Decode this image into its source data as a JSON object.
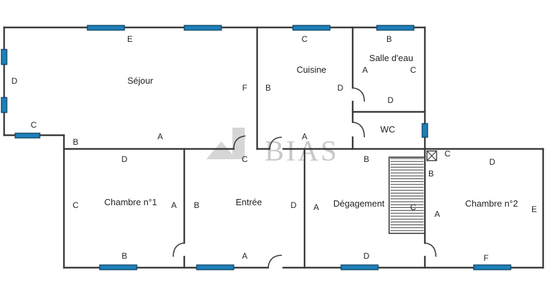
{
  "watermark": {
    "text": "BIAS"
  },
  "rooms": [
    {
      "name": "Séjour"
    },
    {
      "name": "Cuisine"
    },
    {
      "name": "Salle d'eau"
    },
    {
      "name": "WC"
    },
    {
      "name": "Chambre n°1"
    },
    {
      "name": "Entrée"
    },
    {
      "name": "Dégagement"
    },
    {
      "name": "Chambre n°2"
    }
  ],
  "wall_labels": {
    "sejour": [
      "E",
      "D",
      "C",
      "B",
      "A",
      "F"
    ],
    "cuisine": [
      "C",
      "B",
      "D",
      "A"
    ],
    "salle_deau": [
      "B",
      "A",
      "C",
      "D"
    ],
    "chambre1": [
      "D",
      "C",
      "A",
      "B"
    ],
    "entree": [
      "C",
      "B",
      "D",
      "A"
    ],
    "degagement": [
      "B",
      "A",
      "D",
      "C"
    ],
    "chambre2": [
      "C",
      "B",
      "D",
      "A",
      "E",
      "F"
    ]
  },
  "colors": {
    "window": "#1e7fb8",
    "wall": "#3a3a3a",
    "watermark": "#c8c8c8"
  }
}
